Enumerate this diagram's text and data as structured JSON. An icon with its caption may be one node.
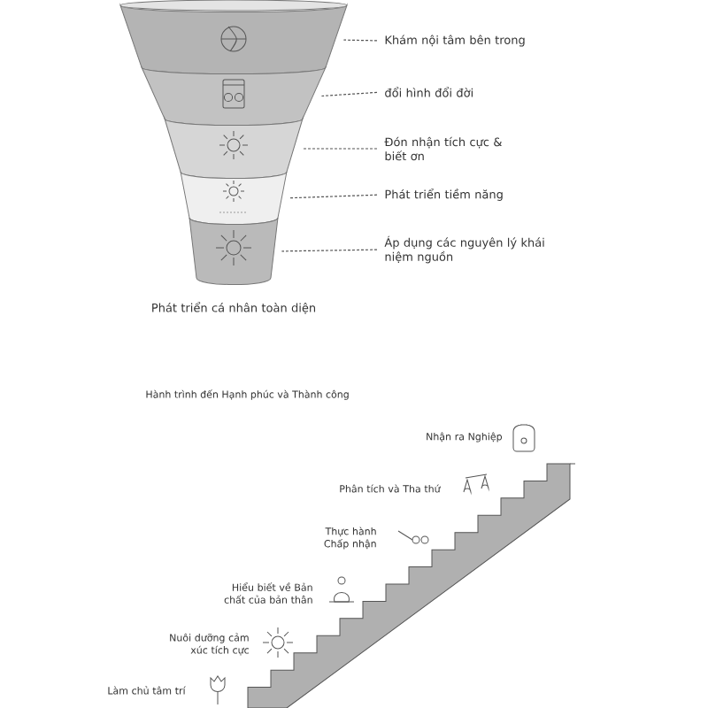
{
  "diagram": {
    "nodes": [
      {
        "text": [],
        "shape": "band"
      },
      {
        "text": [],
        "shape": "band"
      },
      {
        "text": [],
        "shape": "band"
      },
      {
        "text": [],
        "shape": "band"
      },
      {
        "text": [],
        "shape": "band"
      },
      {
        "text": [
          "Khám nội tâm bên trong"
        ]
      },
      {
        "text": [
          "đổi hình đổi đời"
        ]
      },
      {
        "text": [
          "Đón nhận tích cực & biết ơn"
        ]
      },
      {
        "text": [
          "Phát triển tiềm năng"
        ]
      },
      {
        "text": [
          "Áp dụng các nguyên lý khái niệm nguồn"
        ]
      }
    ],
    "edges": [
      {
        "from": 5,
        "to": 0,
        "arrow": "none",
        "style": "dashed"
      },
      {
        "from": 6,
        "to": 1,
        "arrow": "none",
        "style": "dashed"
      },
      {
        "from": 7,
        "to": 2,
        "arrow": "none",
        "style": "dashed"
      },
      {
        "from": 8,
        "to": 3,
        "arrow": "none",
        "style": "dashed"
      },
      {
        "from": 9,
        "to": 4,
        "arrow": "none",
        "style": "dashed"
      }
    ],
    "labels": [
      "Phát triển cá nhân toàn diện",
      "Hành trình đến Hạnh phúc và Thành công",
      "Nhận ra Nghiệp",
      "Phân tích và Tha thứ",
      "Thực hành Chấp nhận",
      "Hiểu biết về Bản chất của bản thân",
      "Nuôi dưỡng cảm xúc tích cực",
      "Làm chủ tâm trí"
    ]
  }
}
